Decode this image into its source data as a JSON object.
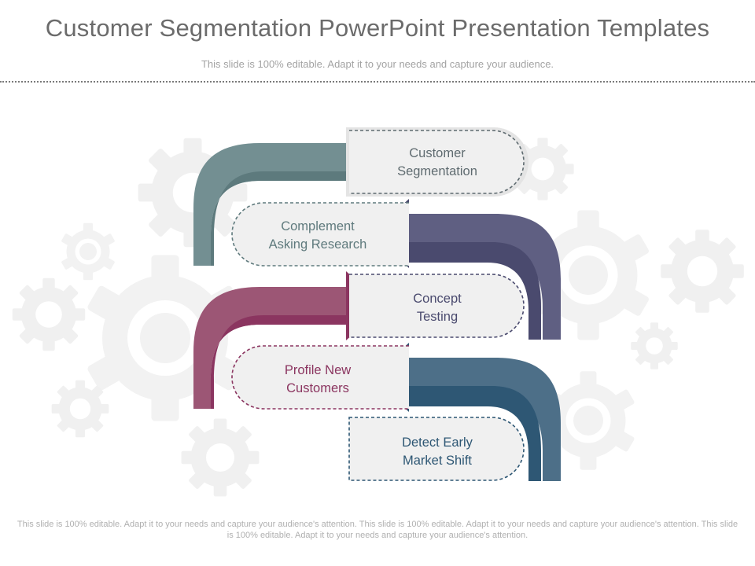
{
  "slide": {
    "title": "Customer Segmentation PowerPoint Presentation Templates",
    "subtitle": "This slide is 100% editable. Adapt it to your needs and capture your audience.",
    "footer": "This slide is 100% editable. Adapt it to your needs and capture your audience's attention. This slide is 100% editable. Adapt it to your needs and capture your audience's attention. This slide is 100% editable. Adapt it to your needs and capture your audience's attention."
  },
  "steps": [
    {
      "line1": "Customer",
      "line2": "Segmentation",
      "text_color": "#5f6b70",
      "arrow_color": "#5d7a7d",
      "border_color": "#5f6b70",
      "icon": "arrow-right-icon"
    },
    {
      "line1": "Complement",
      "line2": "Asking Research",
      "text_color": "#5f7a7d",
      "arrow_color": "#4a4a6e",
      "border_color": "#5f7a7d",
      "icon": "arrow-left-icon"
    },
    {
      "line1": "Concept",
      "line2": "Testing",
      "text_color": "#4a4a6e",
      "arrow_color": "#8b3560",
      "border_color": "#4a4a6e",
      "icon": "arrow-right-icon"
    },
    {
      "line1": "Profile New",
      "line2": "Customers",
      "text_color": "#8b3560",
      "arrow_color": "#2e5774",
      "border_color": "#8b3560",
      "icon": "arrow-left-icon"
    },
    {
      "line1": "Detect Early",
      "line2": "Market Shift",
      "text_color": "#2e5774",
      "arrow_color": "",
      "border_color": "#2e5774",
      "icon": ""
    }
  ],
  "background_icon": "gear-icon"
}
